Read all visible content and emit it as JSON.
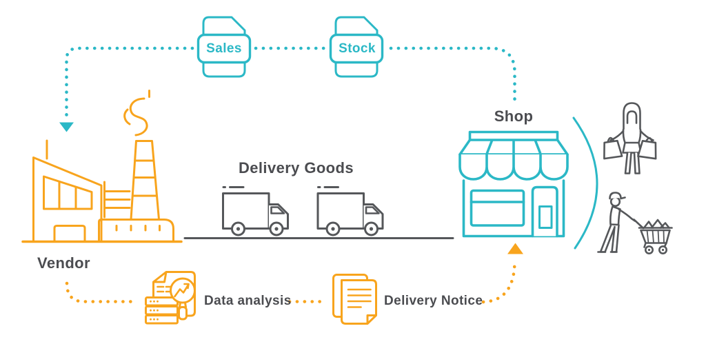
{
  "colors": {
    "teal": "#2bb8c6",
    "orange": "#f8a41d",
    "icon_gray": "#55575a",
    "text_gray": "#4b4c50",
    "background": "#ffffff"
  },
  "labels": {
    "sales": "Sales",
    "stock": "Stock",
    "shop": "Shop",
    "vendor": "Vendor",
    "delivery_goods": "Delivery Goods",
    "data_analysis": "Data analysis",
    "delivery_notice": "Delivery Notice"
  },
  "icons": {
    "sales_document": "file-document-icon",
    "stock_document": "file-document-icon",
    "vendor_factory": "factory-icon",
    "delivery_trucks": "truck-icon",
    "shop_storefront": "storefront-icon",
    "data_analysis": "magnifier-chart-server-icon",
    "delivery_notice": "stacked-documents-icon",
    "customer_with_bags": "shopper-with-bags-icon",
    "customer_with_cart": "shopper-with-cart-icon"
  }
}
